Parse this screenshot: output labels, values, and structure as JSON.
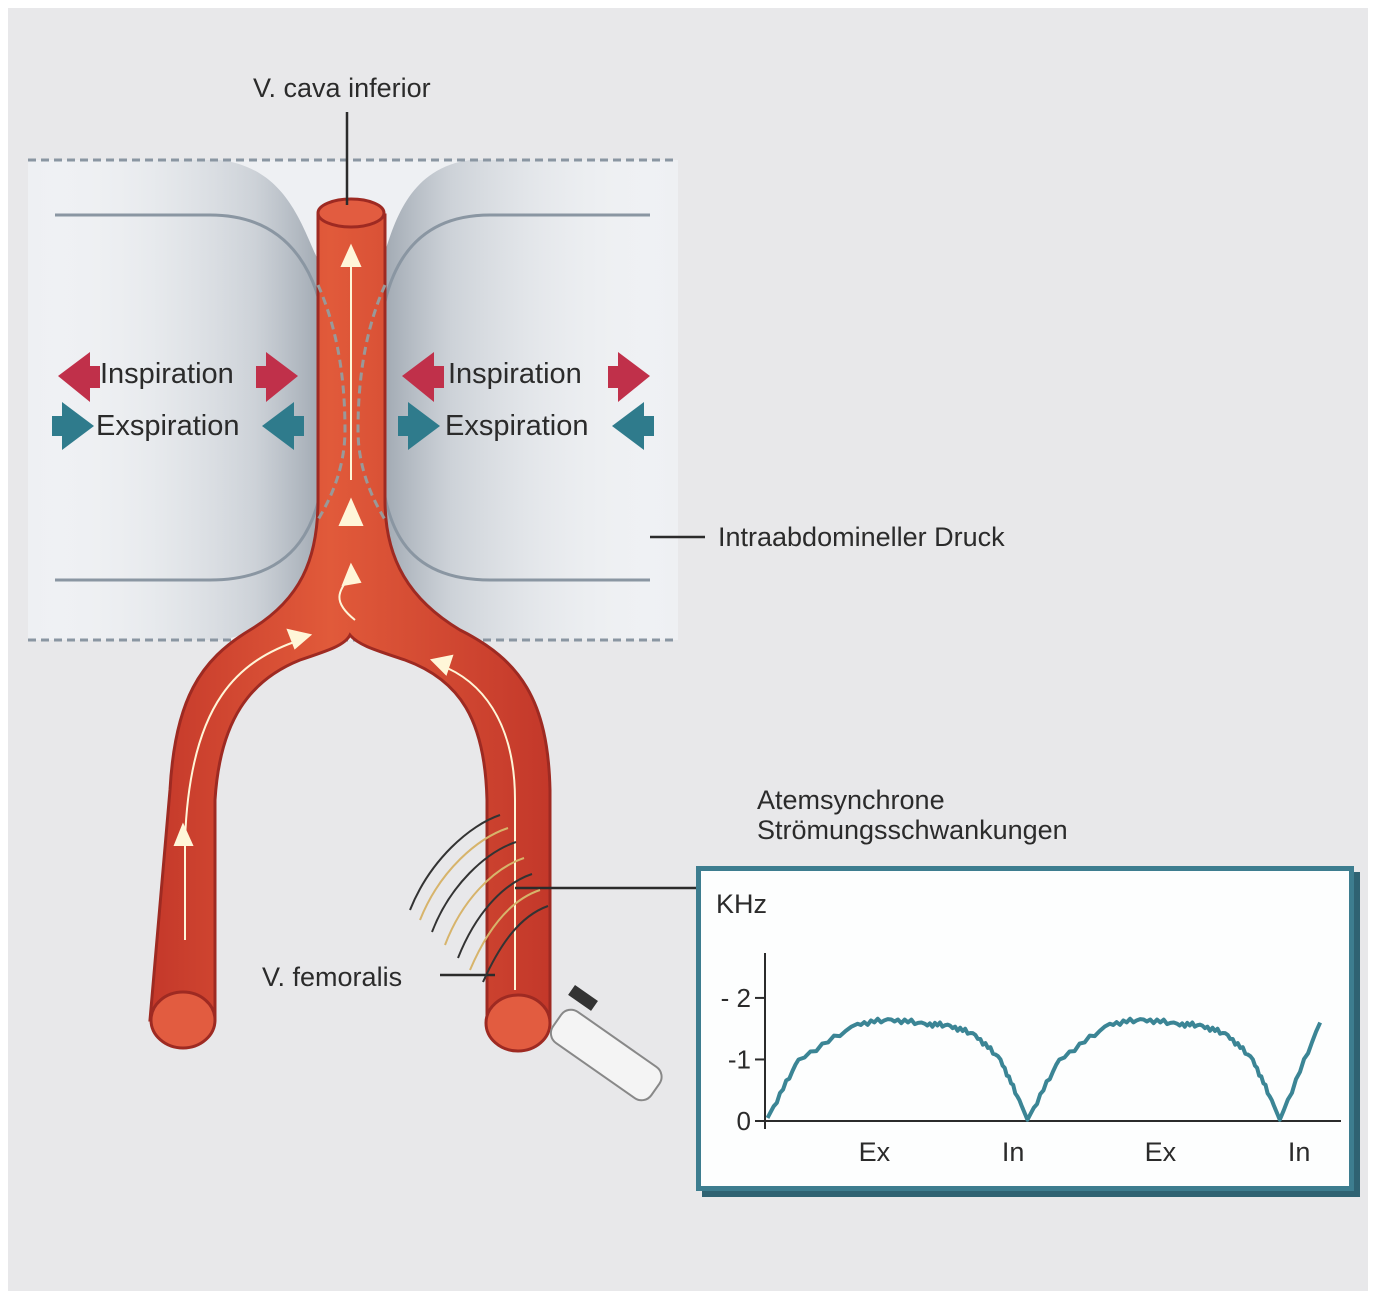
{
  "labels": {
    "vena_cava": "V. cava inferior",
    "pressure": "Intraabdomineller Druck",
    "femoral": "V. femoralis",
    "chart_title_line1": "Atemsynchrone",
    "chart_title_line2": "Strömungsschwankungen"
  },
  "breathing_arrows": [
    {
      "side": "left",
      "inspiration": "Inspiration",
      "expiration": "Exspiration"
    },
    {
      "side": "right",
      "inspiration": "Inspiration",
      "expiration": "Exspiration"
    }
  ],
  "colors": {
    "vein": "#d8472f",
    "vein_dark": "#b92f25",
    "inspiration_arrow": "#c0304a",
    "expiration_arrow": "#2f7b8c",
    "chart_line": "#3b8595",
    "chart_border": "#3d7d8f",
    "organ_gray": "#c4c9d0"
  },
  "icons": [
    "red-double-arrow-icon",
    "blue-double-arrow-icon",
    "doppler-probe-icon",
    "flow-arrow-icon"
  ],
  "chart_data": {
    "type": "line",
    "ylabel": "KHz",
    "yticks": [
      "- 2",
      "-1",
      "0"
    ],
    "ylim": [
      0,
      2.6
    ],
    "categories": [
      "Ex",
      "In",
      "Ex",
      "In"
    ],
    "series": [
      {
        "x": [
          0.03,
          0.4,
          1.1,
          1.5,
          1.9,
          2.2,
          2.5,
          2.8,
          3.05,
          3.12,
          3.5,
          4.1,
          4.5,
          4.9,
          5.2,
          5.5,
          5.8,
          6.05,
          6.12,
          6.6
        ],
        "y": [
          0.05,
          1.0,
          1.58,
          1.65,
          1.58,
          1.55,
          1.4,
          1.0,
          0.25,
          0.02,
          1.0,
          1.58,
          1.65,
          1.58,
          1.55,
          1.4,
          1.0,
          0.25,
          0.02,
          1.6
        ]
      }
    ]
  }
}
